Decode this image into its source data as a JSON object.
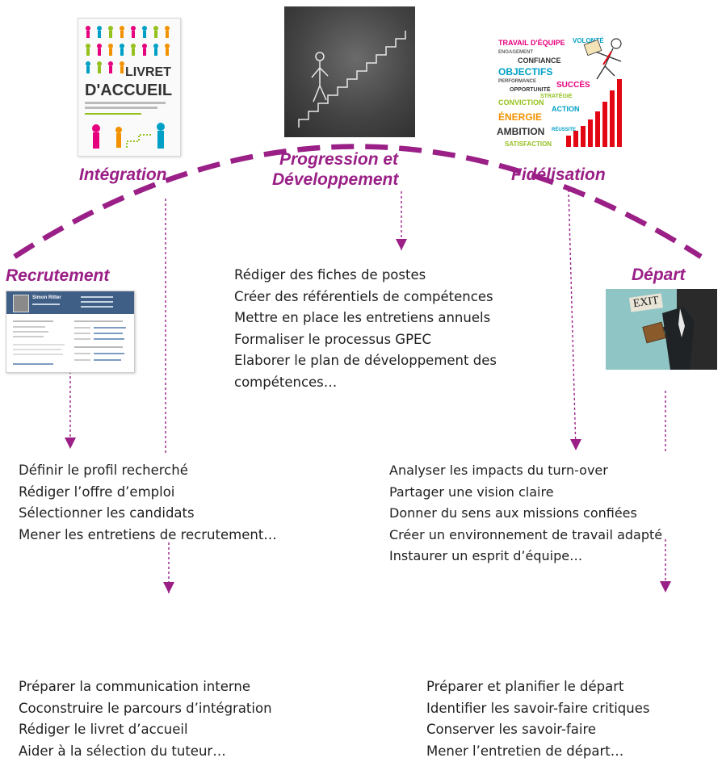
{
  "colors": {
    "accent": "#9a1f86",
    "text": "#1f1f1f"
  },
  "stages": {
    "recrutement": "Recrutement",
    "integration": "Intégration",
    "progression_line1": "Progression et",
    "progression_line2": "Développement",
    "fidelisation": "Fidélisation",
    "depart": "Départ"
  },
  "images": {
    "livret": {
      "line1": "LIVRET",
      "line2": "D'ACCUEIL"
    },
    "cv": {
      "name": "Simon Ritter"
    },
    "exit": {
      "sign": "EXIT"
    },
    "fidelisation_words": [
      "TRAVAIL D'ÉQUIPE",
      "VOLONTÉ",
      "ENGAGEMENT",
      "CONFIANCE",
      "OBJECTIFS",
      "PERFORMANCE",
      "OPPORTUNITÉ",
      "SUCCÈS",
      "STRATÉGIE",
      "CONVICTION",
      "ACTION",
      "ÉNERGIE",
      "AMBITION",
      "RÉUSSITE",
      "SATISFACTION"
    ]
  },
  "lists": {
    "progression": [
      "Rédiger des fiches de postes",
      "Créer des référentiels de compétences",
      "Mettre en place les entretiens annuels",
      "Formaliser le processus GPEC",
      "Elaborer le plan de développement des",
      "compétences…"
    ],
    "recrutement": [
      "Définir le profil recherché",
      "Rédiger l’offre d’emploi",
      "Sélectionner les candidats",
      "Mener les entretiens de recrutement…"
    ],
    "fidelisation": [
      "Analyser les impacts du turn-over",
      "Partager une vision claire",
      "Donner du sens aux missions confiées",
      "Créer un environnement de travail adapté",
      "Instaurer un esprit d’équipe…"
    ],
    "integration": [
      "Préparer la communication interne",
      "Coconstruire le parcours d’intégration",
      "Rédiger le livret d’accueil",
      "Aider à la sélection du tuteur…"
    ],
    "depart": [
      "Préparer et planifier le départ",
      "Identifier les savoir-faire critiques",
      "Conserver les savoir-faire",
      "Mener l’entretien de départ…"
    ]
  }
}
